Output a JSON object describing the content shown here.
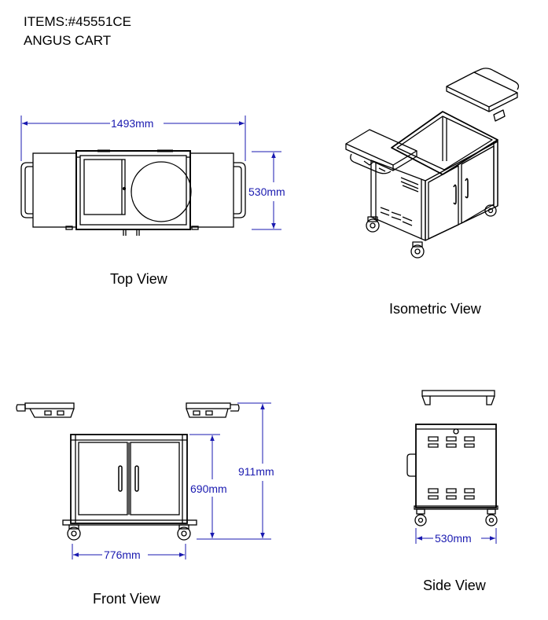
{
  "header": {
    "item_code": "ITEMS:#45551CE",
    "product_name": "ANGUS CART"
  },
  "views": {
    "top": "Top View",
    "isometric": "Isometric View",
    "front": "Front View",
    "side": "Side View"
  },
  "dimensions": {
    "top_width": "1493mm",
    "top_depth": "530mm",
    "front_height_total": "911mm",
    "front_height_body": "690mm",
    "front_width": "776mm",
    "side_depth": "530mm"
  },
  "colors": {
    "dimension": "#1a1ab0",
    "line": "#000000"
  }
}
